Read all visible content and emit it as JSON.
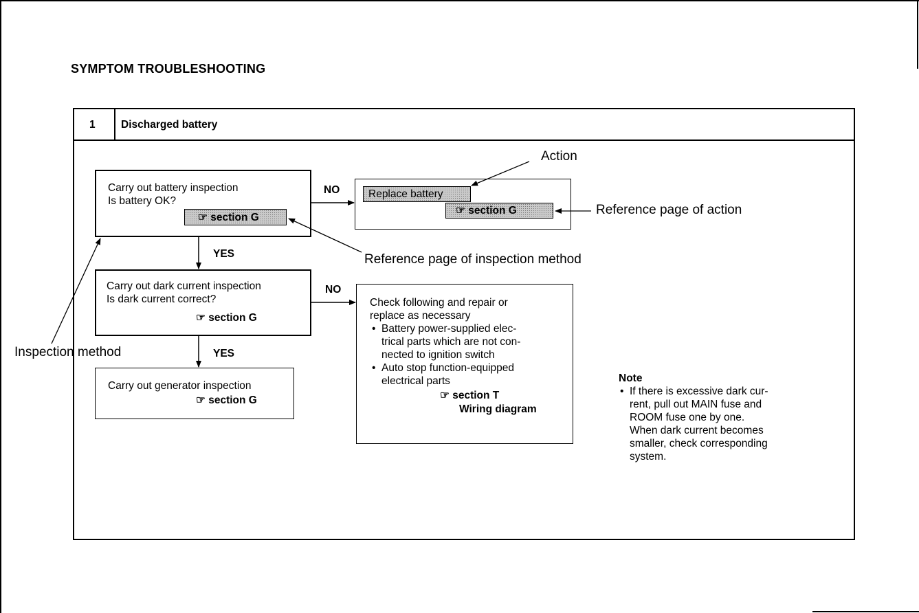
{
  "page": {
    "heading": "SYMPTOM TROUBLESHOOTING"
  },
  "header": {
    "number": "1",
    "symptom": "Discharged battery"
  },
  "ref_glyph": "☞",
  "step1": {
    "line1": "Carry out battery inspection",
    "line2": "Is battery OK?",
    "ref": "section G"
  },
  "step2": {
    "line1": "Carry out dark current inspection",
    "line2": "Is dark current correct?",
    "ref": "section G"
  },
  "step3": {
    "line1": "Carry out generator inspection",
    "ref": "section G"
  },
  "action1": {
    "label": "Replace battery",
    "ref": "section G"
  },
  "action2": {
    "intro1": "Check following and repair or",
    "intro2": "replace as necessary",
    "bullet": "•",
    "item1_line1": "Battery power-supplied elec-",
    "item1_line2": "trical parts which are not con-",
    "item1_line3": "nected to ignition switch",
    "item2_line1": "Auto stop function-equipped",
    "item2_line2": "electrical parts",
    "ref1": "section T",
    "ref2": "Wiring diagram"
  },
  "labels": {
    "no1": "NO",
    "no2": "NO",
    "yes1": "YES",
    "yes2": "YES"
  },
  "callouts": {
    "action": "Action",
    "ref_action": "Reference page of action",
    "ref_inspection": "Reference page of inspection method",
    "inspection": "Inspection method"
  },
  "note": {
    "title": "Note",
    "bullet": "•",
    "line1": "If there is excessive dark cur-",
    "line2": "rent, pull out MAIN fuse and",
    "line3": "ROOM fuse one by one.",
    "line4": "When dark current becomes",
    "line5": "smaller, check corresponding",
    "line6": "system."
  }
}
